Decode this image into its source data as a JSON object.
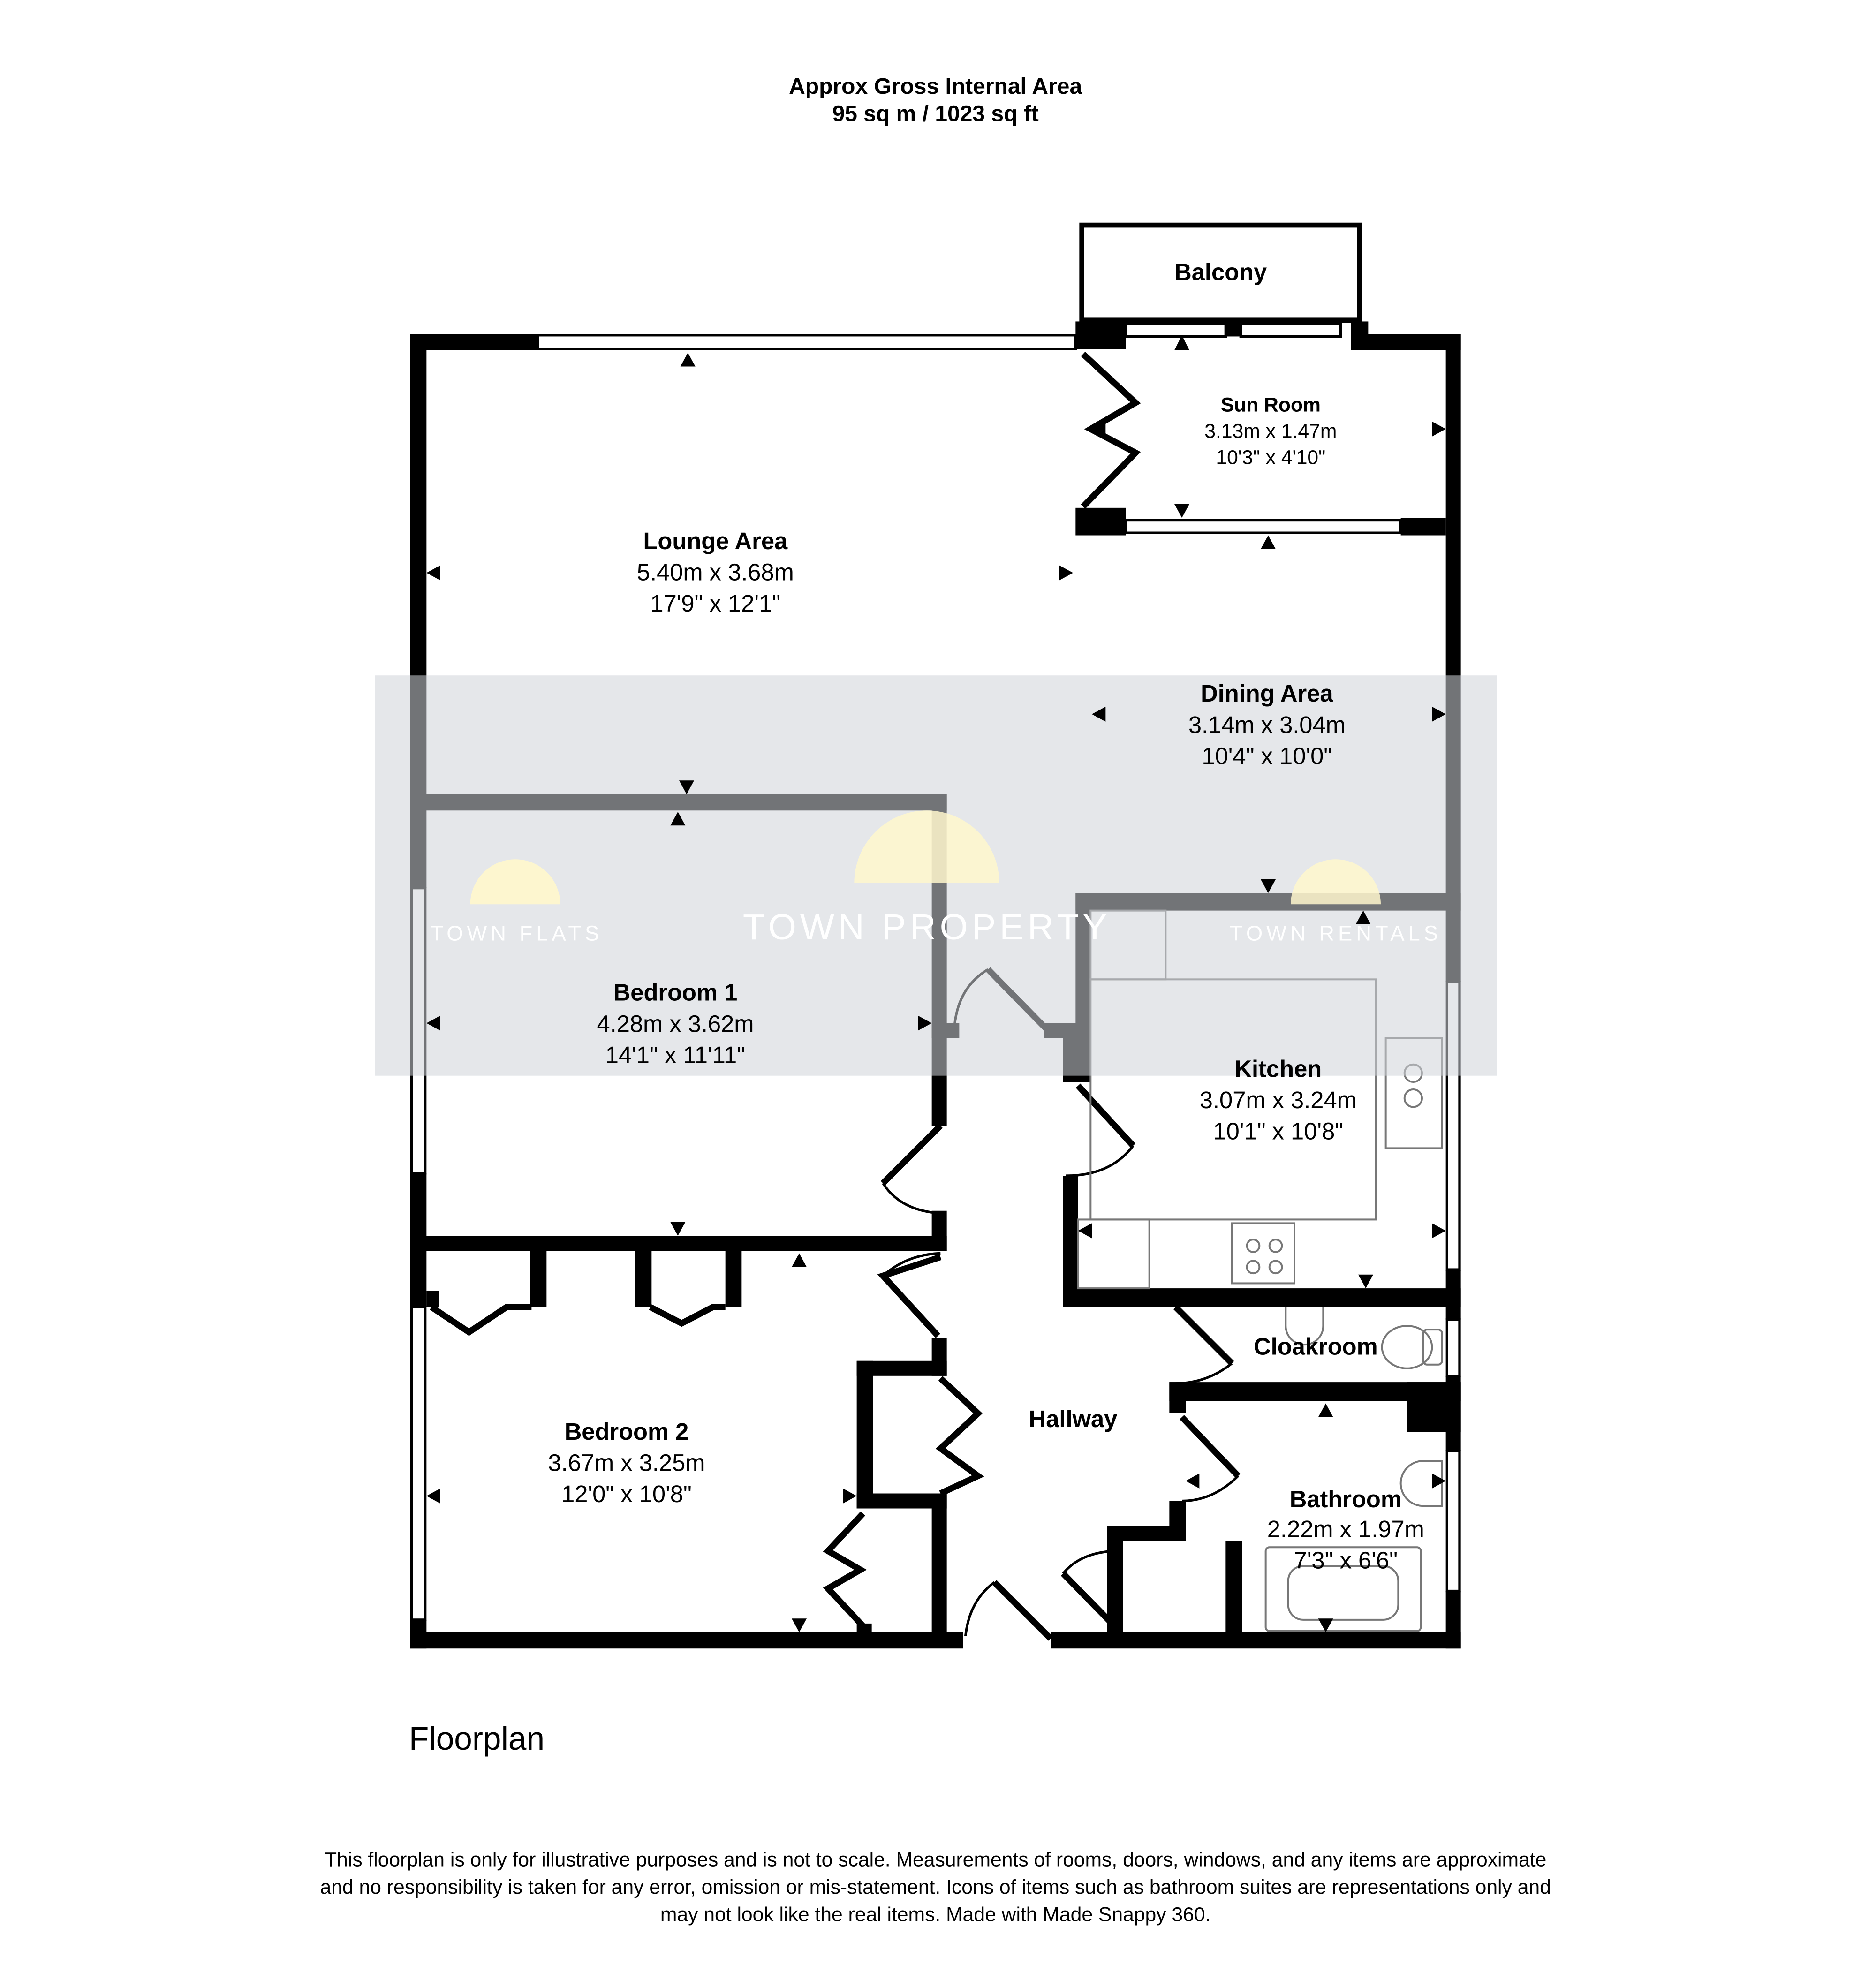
{
  "header": {
    "line1": "Approx Gross Internal Area",
    "line2": "95 sq m / 1023 sq ft"
  },
  "rooms": {
    "balcony": {
      "name": "Balcony"
    },
    "sun_room": {
      "name": "Sun Room",
      "metric": "3.13m x 1.47m",
      "imperial": "10'3\" x 4'10\""
    },
    "lounge": {
      "name": "Lounge Area",
      "metric": "5.40m x 3.68m",
      "imperial": "17'9\" x 12'1\""
    },
    "dining": {
      "name": "Dining Area",
      "metric": "3.14m x 3.04m",
      "imperial": "10'4\" x 10'0\""
    },
    "bedroom1": {
      "name": "Bedroom 1",
      "metric": "4.28m x 3.62m",
      "imperial": "14'1\" x 11'11\""
    },
    "kitchen": {
      "name": "Kitchen",
      "metric": "3.07m x 3.24m",
      "imperial": "10'1\" x 10'8\""
    },
    "cloakroom": {
      "name": "Cloakroom"
    },
    "hallway": {
      "name": "Hallway"
    },
    "bedroom2": {
      "name": "Bedroom 2",
      "metric": "3.67m x 3.25m",
      "imperial": "12'0\" x 10'8\""
    },
    "bathroom": {
      "name": "Bathroom",
      "metric": "2.22m x 1.97m",
      "imperial": "7'3\" x 6'6\""
    }
  },
  "watermark": {
    "left": "TOWN FLATS",
    "center": "TOWN PROPERTY",
    "right": "TOWN RENTALS"
  },
  "floor_label": "Floorplan",
  "disclaimer": {
    "line1": "This floorplan is only for illustrative purposes and is not to scale. Measurements of rooms, doors, windows, and any items are approximate",
    "line2": "and no responsibility is taken for any error, omission or mis-statement. Icons of items such as bathroom suites are representations only and",
    "line3": "may not look like the real items. Made with Made Snappy 360."
  },
  "colors": {
    "wall": "#000000",
    "watermark_band": "#cfd4d8",
    "logo": "#fff7cc"
  }
}
